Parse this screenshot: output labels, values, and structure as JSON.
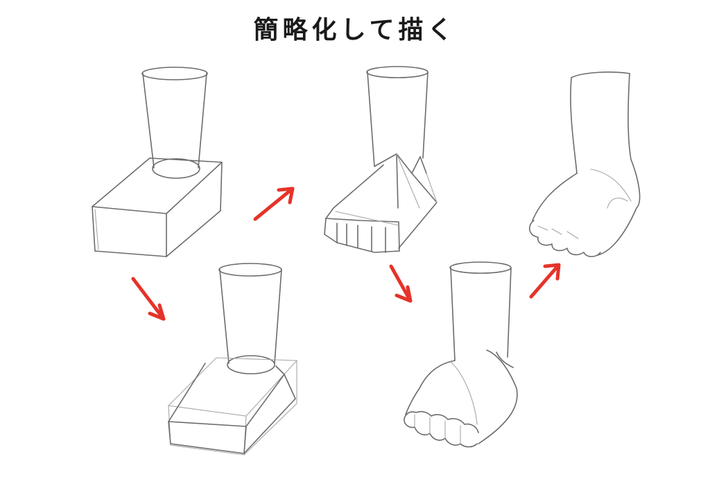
{
  "title": "簡略化して描く",
  "colors": {
    "arrow": "#e5332a",
    "sketch_line": "#6b6b6b",
    "background": "#ffffff"
  },
  "steps": [
    {
      "step": 1,
      "depicts": "cylinder-on-box"
    },
    {
      "step": 2,
      "depicts": "cylinder-on-cut-box"
    },
    {
      "step": 3,
      "depicts": "blocky-foot"
    },
    {
      "step": 4,
      "depicts": "rounded-blocky-foot"
    },
    {
      "step": 5,
      "depicts": "finished-foot"
    }
  ],
  "arrows": [
    "down-right",
    "up-right",
    "down-right",
    "up-right"
  ]
}
